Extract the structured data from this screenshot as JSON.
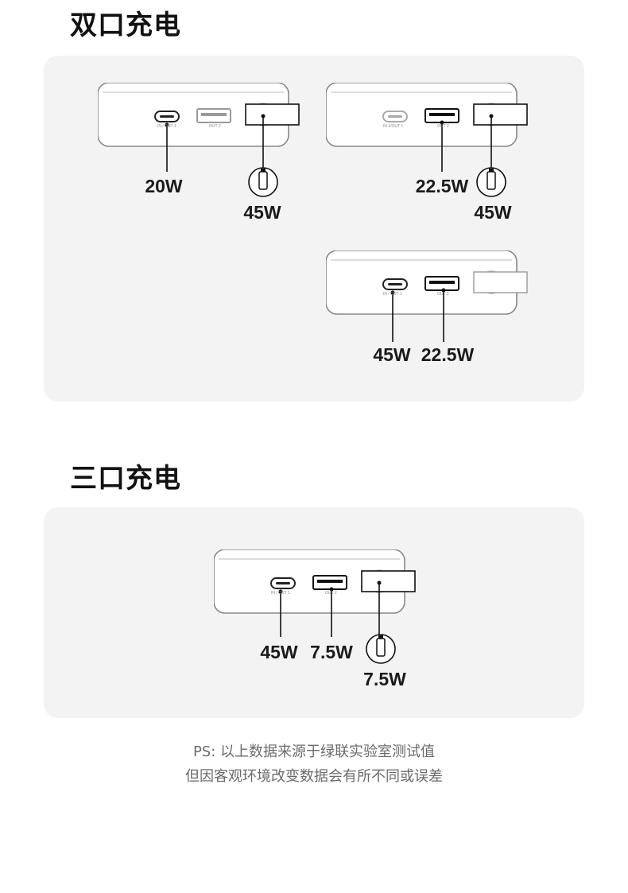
{
  "sections": [
    {
      "title": "双口充电",
      "configs": [
        {
          "ports": {
            "in_out_1": "IN / OUT 1",
            "out_2": "OUT 2"
          },
          "active": [
            "c",
            "cable"
          ],
          "labels": {
            "c": "20W",
            "cable": "45W"
          }
        },
        {
          "ports": {
            "in_out_1": "IN 1/OUT 1",
            "out_2": "OUT 2"
          },
          "active": [
            "a",
            "cable"
          ],
          "labels": {
            "a": "22.5W",
            "cable": "45W"
          }
        },
        {
          "ports": {
            "in_out_1": "IN / OUT 1",
            "out_2": "OUT 2"
          },
          "active": [
            "c",
            "a"
          ],
          "labels": {
            "c": "45W",
            "a": "22.5W"
          }
        }
      ]
    },
    {
      "title": "三口充电",
      "configs": [
        {
          "ports": {
            "in_out_1": "IN / OUT 1",
            "out_2": "OUT 2"
          },
          "active": [
            "c",
            "a",
            "cable"
          ],
          "labels": {
            "c": "45W",
            "a": "7.5W",
            "cable": "7.5W"
          }
        }
      ]
    }
  ],
  "note": {
    "line1": "PS: 以上数据来源于绿联实验室测试值",
    "line2": "但因客观环境改变数据会有所不同或误差"
  },
  "colors": {
    "panel": "#f3f3f3",
    "device_stroke": "#888888",
    "line": "#111111",
    "note": "#6b6b6b"
  },
  "icons": {
    "cable": "usb-c-cable-icon",
    "port_c": "usb-c-port-icon",
    "port_a": "usb-a-port-icon"
  }
}
